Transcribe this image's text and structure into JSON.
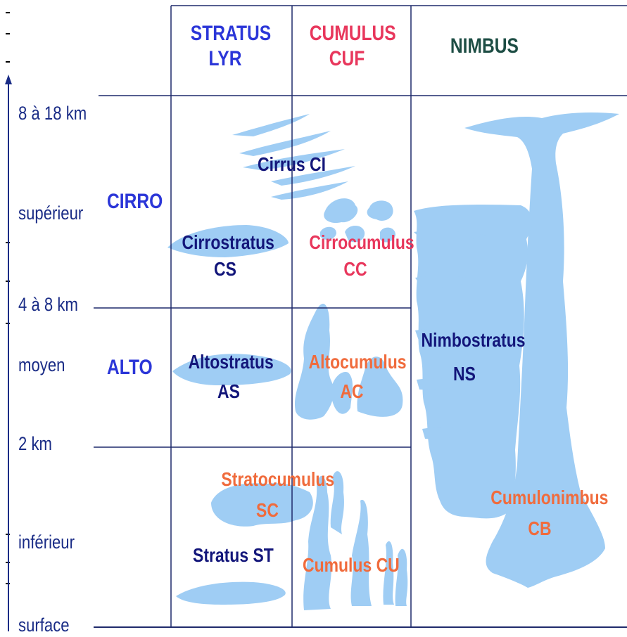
{
  "columns": {
    "stratus": {
      "line1": "STRATUS",
      "line2": "LYR"
    },
    "cumulus": {
      "line1": "CUMULUS",
      "line2": "CUF"
    },
    "nimbus": {
      "line1": "NIMBUS"
    }
  },
  "altitude_axis": {
    "high_range": "8 à 18 km",
    "high": "supérieur",
    "mid_range": "4 à 8 km",
    "mid": "moyen",
    "low_range": "2 km",
    "low": "inférieur",
    "ground": "surface"
  },
  "prefixes": {
    "high": "CIRRO",
    "mid": "ALTO"
  },
  "clouds": {
    "cirrus": "Cirrus CI",
    "cirrostratus": {
      "name": "Cirrostratus",
      "code": "CS"
    },
    "cirrocumulus": {
      "name": "Cirrocumulus",
      "code": "CC"
    },
    "altostratus": {
      "name": "Altostratus",
      "code": "AS"
    },
    "altocumulus": {
      "name": "Altocumulus",
      "code": "AC"
    },
    "nimbostratus": {
      "name": "Nimbostratus",
      "code": "NS"
    },
    "stratocumulus": {
      "name": "Stratocumulus",
      "code": "SC"
    },
    "stratus": "Stratus ST",
    "cumulus": "Cumulus CU",
    "cumulonimbus": {
      "name": "Cumulonimbus",
      "code": "CB"
    }
  },
  "colors": {
    "cloud": "#9fcdf4",
    "grid": "#1f2a6b",
    "stratus_text": "#13167a",
    "cumulus_text": "#e8375c",
    "orange_text": "#f06b3c",
    "nimbus_text": "#1d4d44",
    "prefix_text": "#2b36d8"
  }
}
